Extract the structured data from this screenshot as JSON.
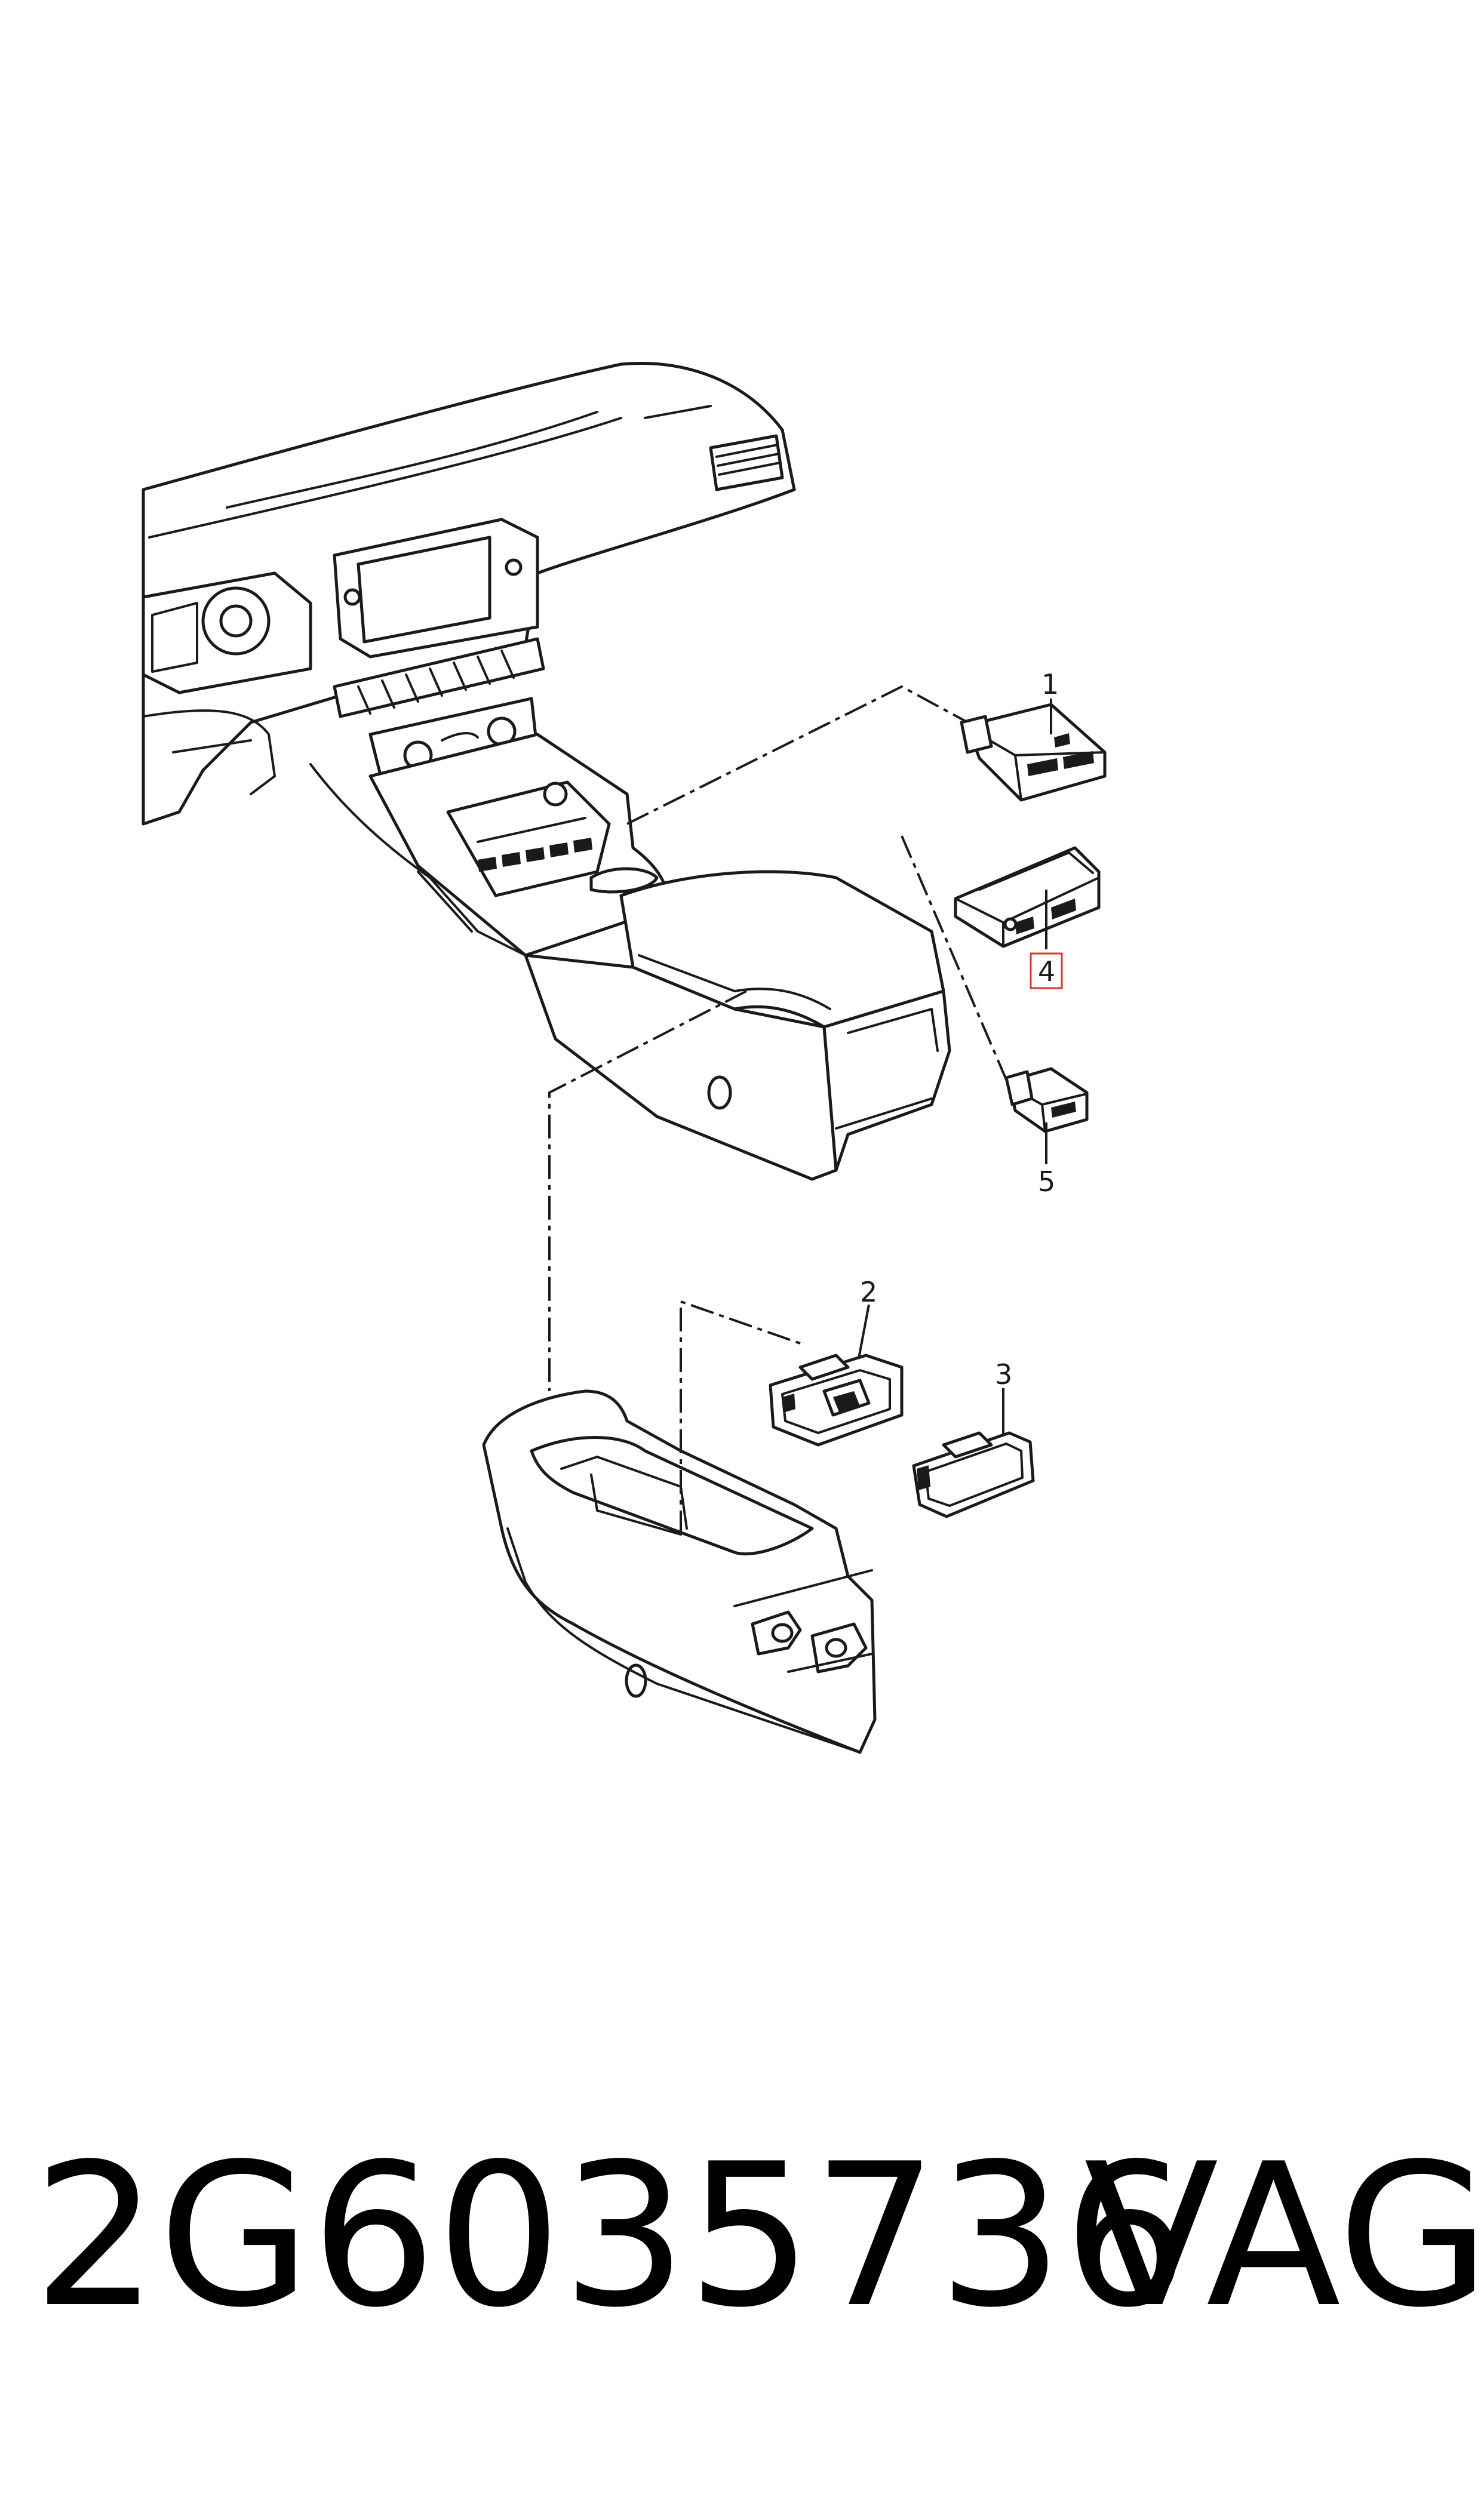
{
  "callouts": {
    "c1": "1",
    "c2": "2",
    "c3": "3",
    "c4": "4",
    "c5": "5"
  },
  "highlighted_callout": "4",
  "highlight_color": "#e0312b",
  "footer": {
    "part_number": "2G6035736",
    "brand": "VAG"
  }
}
